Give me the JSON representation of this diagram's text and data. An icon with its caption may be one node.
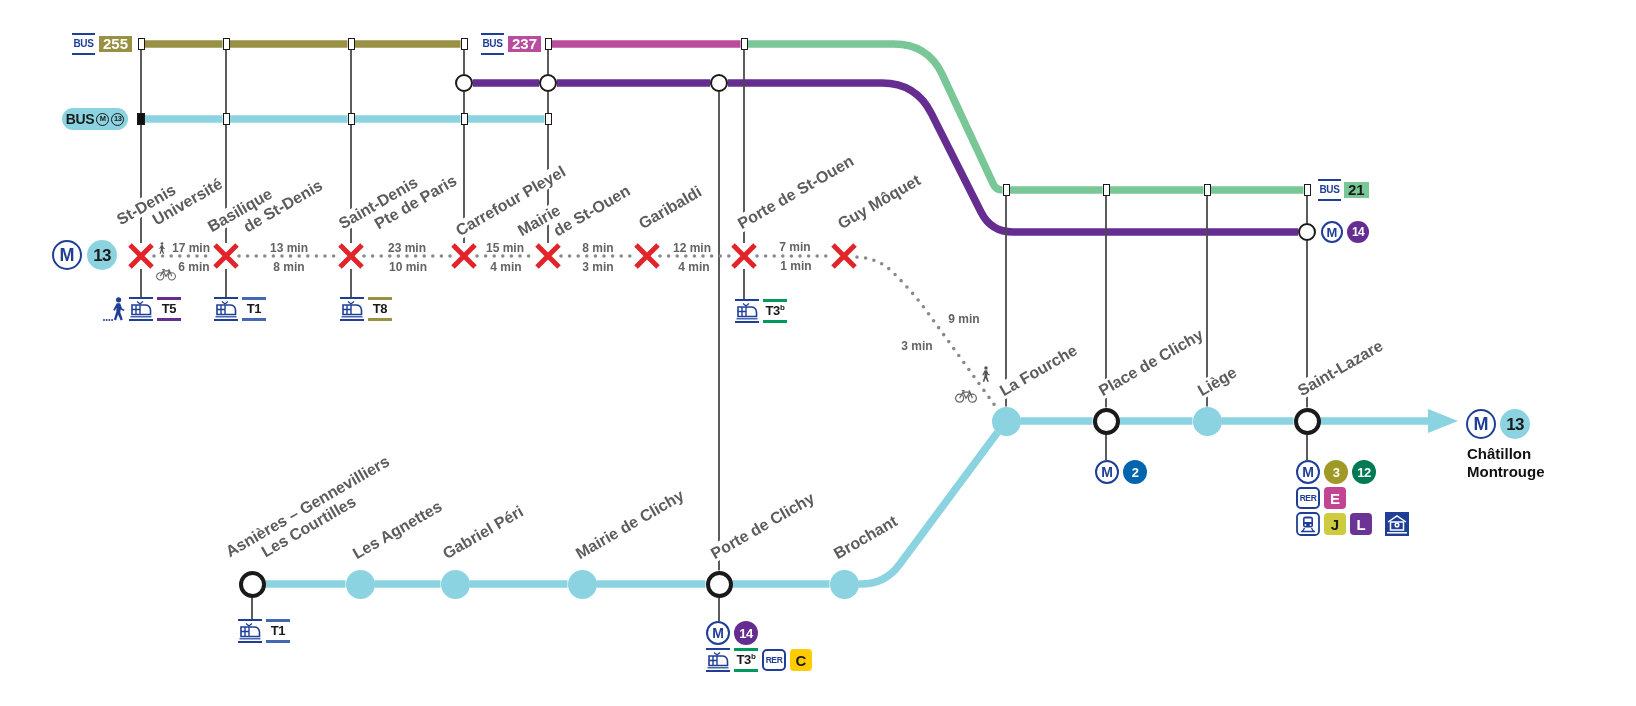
{
  "diagram": {
    "nodes": [
      {
        "text": [],
        "shape": "box"
      },
      {
        "text": [],
        "shape": "box"
      },
      {
        "text": [],
        "shape": "box"
      },
      {
        "text": [],
        "shape": "box"
      },
      {
        "text": [],
        "shape": "box"
      },
      {
        "text": [],
        "shape": "box"
      },
      {
        "text": [],
        "shape": "circle"
      },
      {
        "text": [],
        "shape": "circle"
      },
      {
        "text": [],
        "shape": "circle"
      },
      {
        "text": [],
        "shape": "box"
      },
      {
        "text": [],
        "shape": "box"
      },
      {
        "text": [],
        "shape": "box"
      },
      {
        "text": [],
        "shape": "box"
      },
      {
        "text": [],
        "shape": "box"
      },
      {
        "text": [],
        "shape": "box"
      },
      {
        "text": [],
        "shape": "box"
      },
      {
        "text": [],
        "shape": "box"
      },
      {
        "text": [],
        "shape": "box"
      },
      {
        "text": [],
        "shape": "circle"
      },
      {
        "text": [],
        "shape": "cross",
        "beside": [
          "St-Denis Université"
        ]
      },
      {
        "text": [],
        "shape": "cross",
        "beside": [
          "Basilique de St-Denis"
        ]
      },
      {
        "text": [],
        "shape": "cross",
        "beside": [
          "Saint-Denis Pte de Paris"
        ]
      },
      {
        "text": [],
        "shape": "cross",
        "beside": [
          "Carrefour Pleyel"
        ]
      },
      {
        "text": [],
        "shape": "cross",
        "beside": [
          "Mairie de St-Ouen"
        ]
      },
      {
        "text": [],
        "shape": "cross",
        "beside": [
          "Garibaldi"
        ]
      },
      {
        "text": [],
        "shape": "cross",
        "beside": [
          "Porte de St-Ouen"
        ]
      },
      {
        "text": [],
        "shape": "cross",
        "beside": [
          "Guy Môquet"
        ]
      },
      {
        "text": [
          "T5"
        ]
      },
      {
        "text": [
          "T1"
        ]
      },
      {
        "text": [
          "T8"
        ]
      },
      {
        "text": [
          "T3$^{b}$"
        ]
      },
      {
        "text": [],
        "shape": "circle",
        "beside": [
          "Asnières – Gennevilliers Les Courtilles"
        ]
      },
      {
        "text": [],
        "shape": "circle",
        "beside": [
          "Les Agnettes"
        ]
      },
      {
        "text": [],
        "shape": "circle",
        "beside": [
          "Gabriel Péri"
        ]
      },
      {
        "text": [],
        "shape": "circle",
        "beside": [
          "Mairie de Clichy"
        ]
      },
      {
        "text": [],
        "shape": "circle",
        "beside": [
          "Porte de Clichy"
        ]
      },
      {
        "text": [],
        "shape": "circle",
        "beside": [
          "Brochant"
        ]
      },
      {
        "text": [],
        "shape": "circle",
        "beside": [
          "La Fourche"
        ]
      },
      {
        "text": [],
        "shape": "circle",
        "beside": [
          "Place de Clichy"
        ]
      },
      {
        "text": [],
        "shape": "circle",
        "beside": [
          "Liège"
        ]
      },
      {
        "text": [],
        "shape": "circle",
        "beside": [
          "Saint-Lazare"
        ]
      },
      {
        "text": [
          "M",
          "13",
          "Châtillon Montrouge"
        ]
      },
      {
        "text": [
          "T1"
        ]
      },
      {
        "text": [
          "M",
          "14",
          "T3$^{b}$",
          "RER",
          "C"
        ]
      },
      {
        "text": [
          "M",
          "2"
        ]
      },
      {
        "text": [
          "M",
          "3",
          "12",
          "RER",
          "E",
          "J",
          "L"
        ]
      },
      {
        "text": [
          "M",
          "13"
        ]
      }
    ],
    "edges": [
      {
        "from": 0,
        "to": 1,
        "arrow": "none",
        "style": "thick",
        "color": "#989143"
      },
      {
        "from": 1,
        "to": 2,
        "arrow": "none",
        "style": "thick",
        "color": "#989143"
      },
      {
        "from": 2,
        "to": 3,
        "arrow": "none",
        "style": "thick",
        "color": "#989143"
      },
      {
        "from": 4,
        "to": 5,
        "arrow": "none",
        "style": "thick",
        "color": "#b94c9d"
      },
      {
        "from": 5,
        "to": 14,
        "arrow": "none",
        "style": "thick",
        "color": "#79c696"
      },
      {
        "from": 14,
        "to": 15,
        "arrow": "none",
        "style": "thick",
        "color": "#79c696"
      },
      {
        "from": 15,
        "to": 16,
        "arrow": "none",
        "style": "thick",
        "color": "#79c696"
      },
      {
        "from": 16,
        "to": 17,
        "arrow": "none",
        "style": "thick",
        "color": "#79c696"
      },
      {
        "from": 6,
        "to": 7,
        "arrow": "none",
        "style": "thick",
        "color": "#662d91"
      },
      {
        "from": 7,
        "to": 8,
        "arrow": "none",
        "style": "thick",
        "color": "#662d91"
      },
      {
        "from": 8,
        "to": 18,
        "arrow": "none",
        "style": "thick",
        "color": "#662d91"
      },
      {
        "from": 9,
        "to": 10,
        "arrow": "none",
        "style": "thick",
        "color": "#8bd3e1"
      },
      {
        "from": 10,
        "to": 11,
        "arrow": "none",
        "style": "thick",
        "color": "#8bd3e1"
      },
      {
        "from": 11,
        "to": 12,
        "arrow": "none",
        "style": "thick",
        "color": "#8bd3e1"
      },
      {
        "from": 12,
        "to": 13,
        "arrow": "none",
        "style": "thick",
        "color": "#8bd3e1"
      },
      {
        "from": 0,
        "to": 9,
        "arrow": "none"
      },
      {
        "from": 9,
        "to": 19,
        "arrow": "none"
      },
      {
        "from": 1,
        "to": 10,
        "arrow": "none"
      },
      {
        "from": 10,
        "to": 20,
        "arrow": "none"
      },
      {
        "from": 2,
        "to": 11,
        "arrow": "none"
      },
      {
        "from": 11,
        "to": 21,
        "arrow": "none"
      },
      {
        "from": 3,
        "to": 6,
        "arrow": "none"
      },
      {
        "from": 6,
        "to": 12,
        "arrow": "none"
      },
      {
        "from": 12,
        "to": 22,
        "arrow": "none"
      },
      {
        "from": 4,
        "to": 7,
        "arrow": "none"
      },
      {
        "from": 7,
        "to": 13,
        "arrow": "none"
      },
      {
        "from": 13,
        "to": 23,
        "arrow": "none"
      },
      {
        "from": 5,
        "to": 25,
        "arrow": "none"
      },
      {
        "from": 8,
        "to": 35,
        "arrow": "none"
      },
      {
        "from": 14,
        "to": 37,
        "arrow": "none"
      },
      {
        "from": 15,
        "to": 38,
        "arrow": "none"
      },
      {
        "from": 16,
        "to": 39,
        "arrow": "none"
      },
      {
        "from": 17,
        "to": 18,
        "arrow": "none"
      },
      {
        "from": 18,
        "to": 40,
        "arrow": "none"
      },
      {
        "from": 19,
        "to": 27,
        "arrow": "none"
      },
      {
        "from": 20,
        "to": 28,
        "arrow": "none"
      },
      {
        "from": 21,
        "to": 29,
        "arrow": "none"
      },
      {
        "from": 25,
        "to": 30,
        "arrow": "none"
      },
      {
        "from": 31,
        "to": 42,
        "arrow": "none"
      },
      {
        "from": 35,
        "to": 43,
        "arrow": "none"
      },
      {
        "from": 38,
        "to": 44,
        "arrow": "none"
      },
      {
        "from": 40,
        "to": 45,
        "arrow": "none"
      },
      {
        "from": 19,
        "to": 20,
        "arrow": "none",
        "label": "17 min",
        "style": "dashed",
        "color": "#8a8a8a"
      },
      {
        "from": 20,
        "to": 21,
        "arrow": "none",
        "label": "13 min",
        "style": "dashed",
        "color": "#8a8a8a"
      },
      {
        "from": 21,
        "to": 22,
        "arrow": "none",
        "label": "23 min",
        "style": "dashed",
        "color": "#8a8a8a"
      },
      {
        "from": 22,
        "to": 23,
        "arrow": "none",
        "label": "15 min",
        "style": "dashed",
        "color": "#8a8a8a"
      },
      {
        "from": 23,
        "to": 24,
        "arrow": "none",
        "label": "8 min",
        "style": "dashed",
        "color": "#8a8a8a"
      },
      {
        "from": 24,
        "to": 25,
        "arrow": "none",
        "label": "12 min",
        "style": "dashed",
        "color": "#8a8a8a"
      },
      {
        "from": 25,
        "to": 26,
        "arrow": "none",
        "label": "7 min",
        "style": "dashed",
        "color": "#8a8a8a"
      },
      {
        "from": 26,
        "to": 37,
        "arrow": "none",
        "label": "9 min",
        "style": "dashed",
        "color": "#8a8a8a"
      },
      {
        "from": 31,
        "to": 32,
        "arrow": "none",
        "style": "thick",
        "color": "#8bd3e1"
      },
      {
        "from": 32,
        "to": 33,
        "arrow": "none",
        "style": "thick",
        "color": "#8bd3e1"
      },
      {
        "from": 33,
        "to": 34,
        "arrow": "none",
        "style": "thick",
        "color": "#8bd3e1"
      },
      {
        "from": 34,
        "to": 35,
        "arrow": "none",
        "style": "thick",
        "color": "#8bd3e1"
      },
      {
        "from": 35,
        "to": 36,
        "arrow": "none",
        "style": "thick",
        "color": "#8bd3e1"
      },
      {
        "from": 36,
        "to": 37,
        "arrow": "none",
        "style": "thick",
        "color": "#8bd3e1"
      },
      {
        "from": 37,
        "to": 38,
        "arrow": "none",
        "style": "thick",
        "color": "#8bd3e1"
      },
      {
        "from": 38,
        "to": 39,
        "arrow": "none",
        "style": "thick",
        "color": "#8bd3e1"
      },
      {
        "from": 39,
        "to": 40,
        "arrow": "none",
        "style": "thick",
        "color": "#8bd3e1"
      },
      {
        "from": 40,
        "to": 41,
        "arrow": "to",
        "style": "thick",
        "color": "#8bd3e1"
      }
    ],
    "labels": [
      "BUS",
      "255",
      "BUS",
      "237",
      "BUS",
      "M",
      "13",
      "BUS",
      "21",
      "M",
      "14",
      "6 min",
      "8 min",
      "10 min",
      "4 min",
      "3 min",
      "4 min",
      "1 min",
      "3 min"
    ]
  }
}
